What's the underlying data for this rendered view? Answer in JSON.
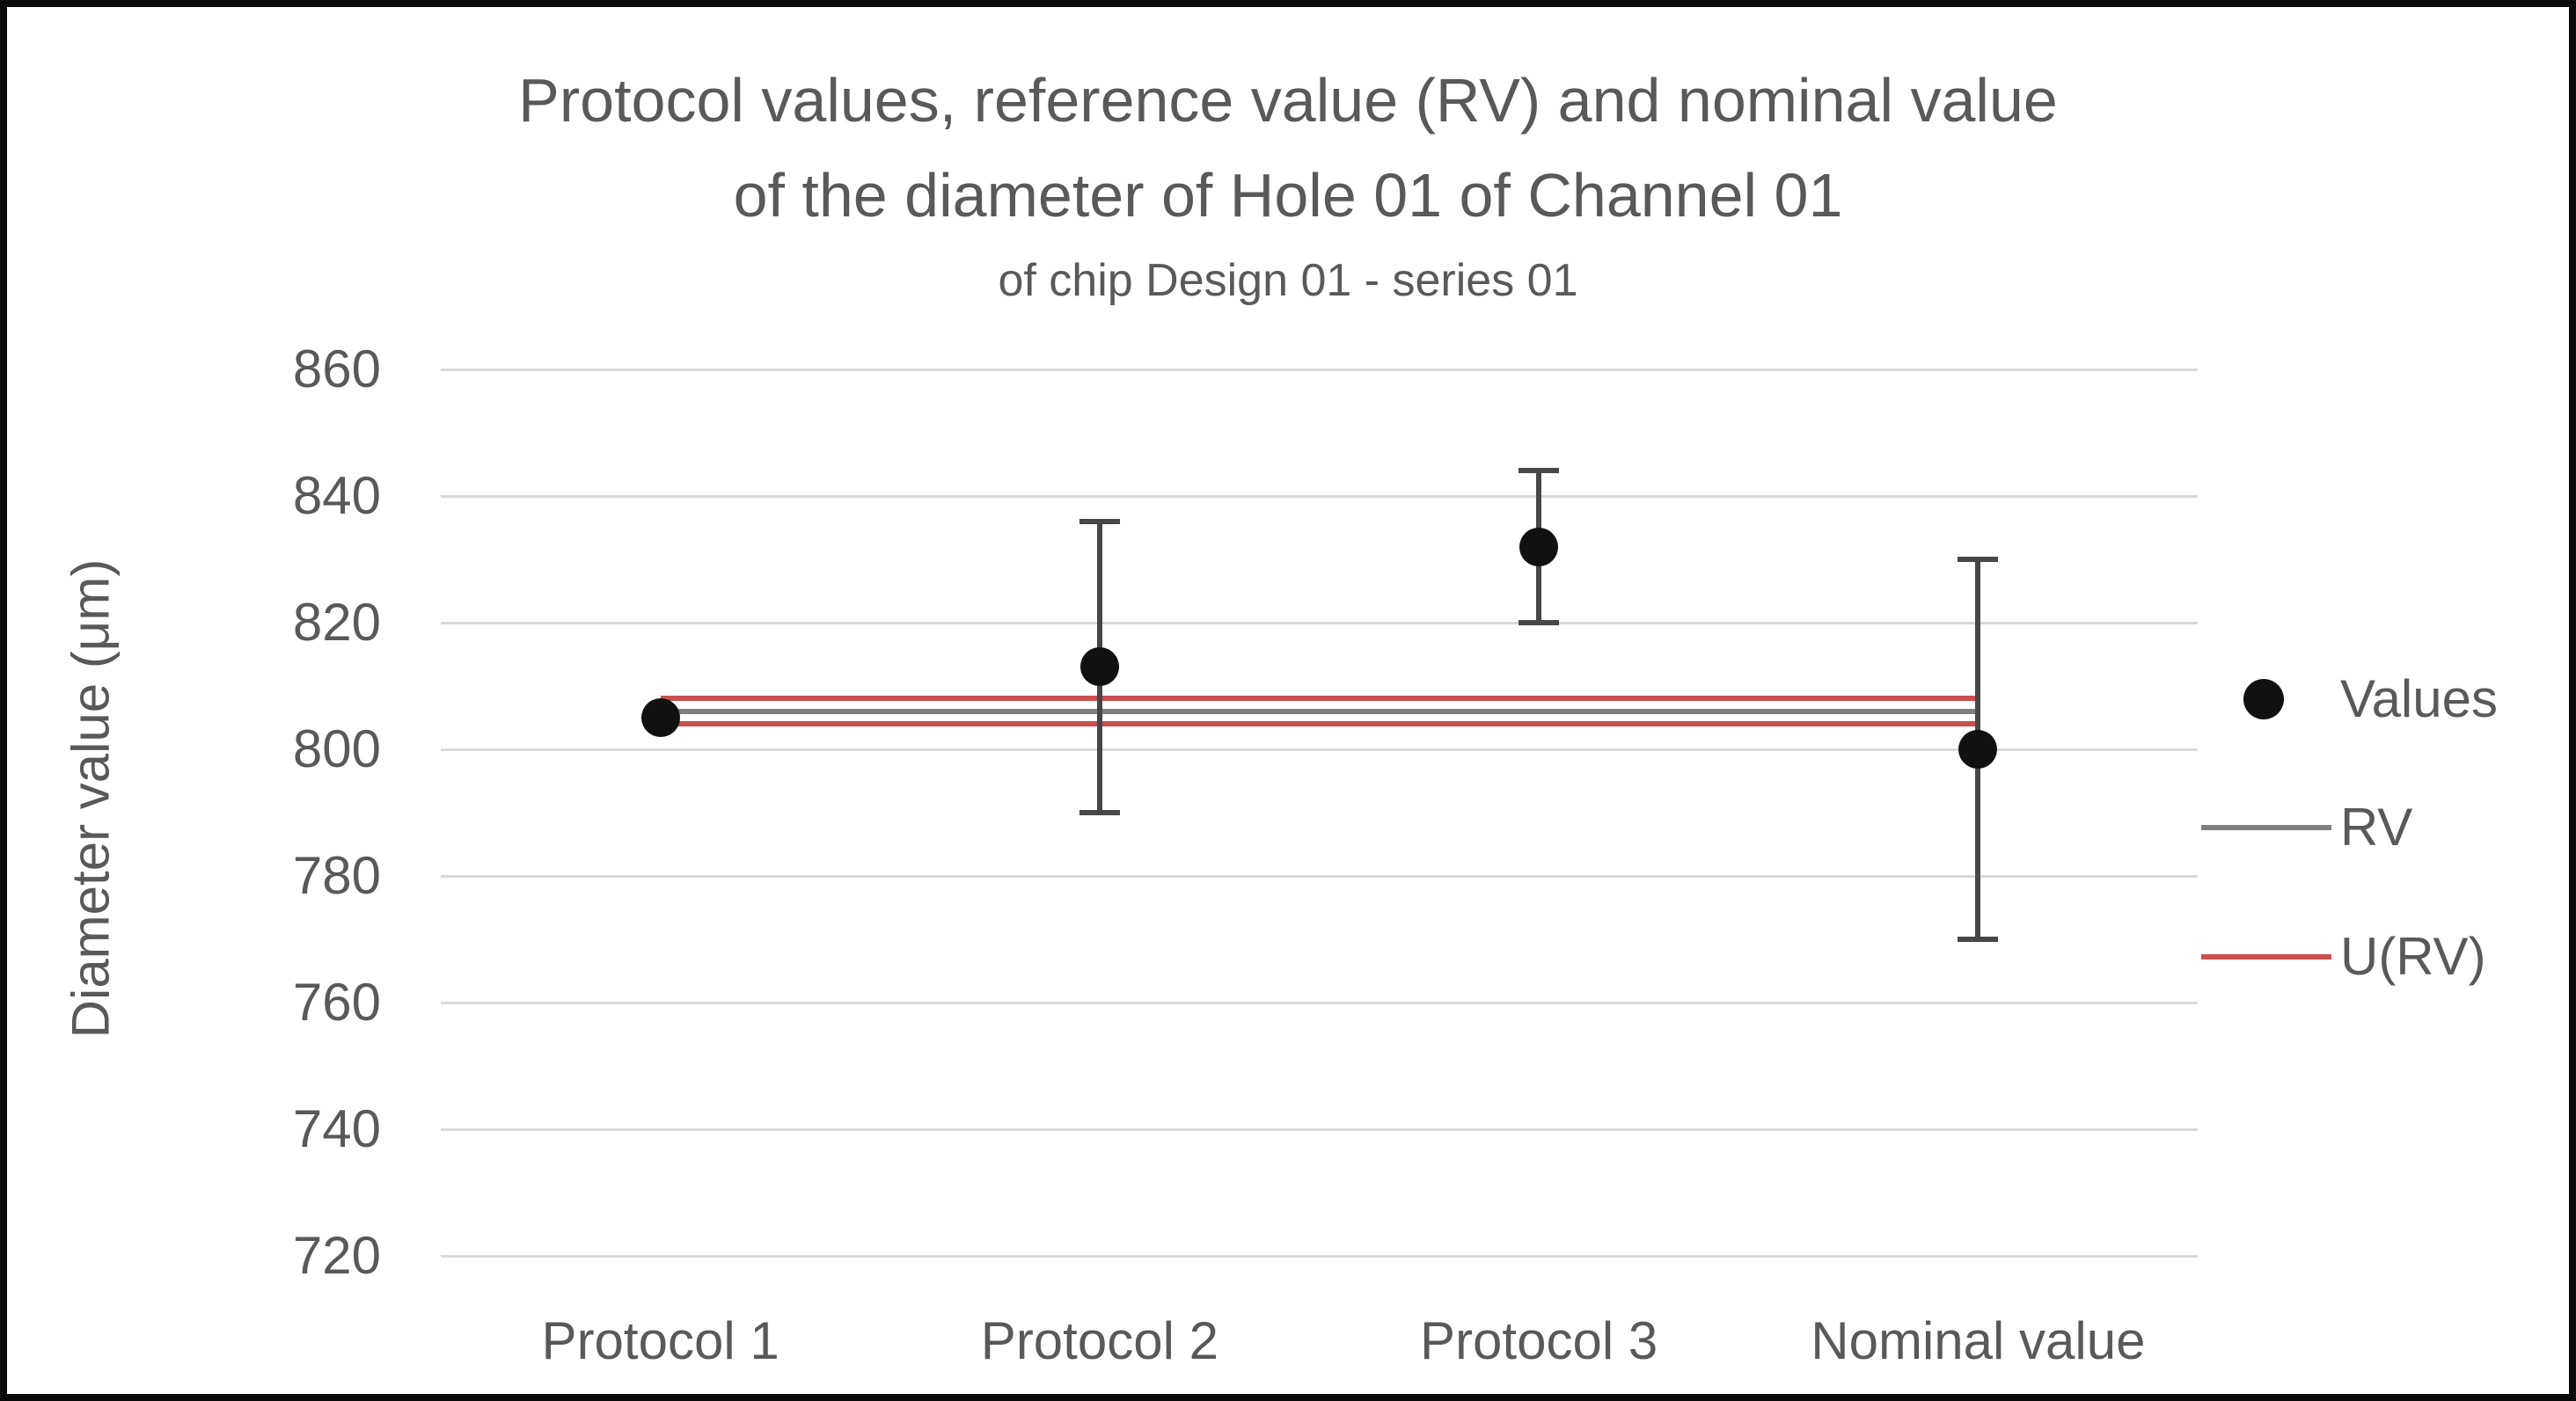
{
  "title": {
    "line1": "Protocol values, reference value (RV) and nominal value",
    "line2": "of the diameter of Hole 01 of Channel 01",
    "line3": "of chip Design 01 - series 01"
  },
  "y_axis": {
    "title": "Diameter value (μm)",
    "ticks": [
      860,
      840,
      820,
      800,
      780,
      760,
      740,
      720
    ],
    "min": 720,
    "max": 860,
    "step": 20
  },
  "x_axis": {
    "categories": [
      "Protocol 1",
      "Protocol 2",
      "Protocol 3",
      "Nominal value"
    ]
  },
  "legend": [
    {
      "label": "Values",
      "marker": "dot",
      "color_key": "values"
    },
    {
      "label": "RV",
      "marker": "line",
      "color_key": "rv"
    },
    {
      "label": "U(RV)",
      "marker": "line",
      "color_key": "u_rv"
    }
  ],
  "colors": {
    "values": "#111111",
    "rv": "#7f7f7f",
    "u_rv": "#c9504e",
    "error_bar": "#474747",
    "grid": "#d9d9d9",
    "text": "#595959"
  },
  "chart_data": {
    "type": "scatter",
    "categories": [
      "Protocol 1",
      "Protocol 2",
      "Protocol 3",
      "Nominal value"
    ],
    "series": [
      {
        "name": "Values",
        "style": "points",
        "values": [
          805,
          813,
          832,
          800
        ],
        "error_plus": [
          0,
          23,
          12,
          30
        ],
        "error_minus": [
          0,
          23,
          12,
          30
        ]
      },
      {
        "name": "RV",
        "style": "hline",
        "value": 806
      },
      {
        "name": "U(RV)",
        "style": "hline_pair",
        "values": [
          808,
          804
        ]
      }
    ],
    "title": "Protocol values, reference value (RV) and nominal value of the diameter of Hole 01 of Channel 01",
    "subtitle": "of chip Design 01 - series 01",
    "xlabel": "",
    "ylabel": "Diameter value (μm)",
    "ylim": [
      720,
      860
    ],
    "ytick_step": 20,
    "grid": true,
    "legend_position": "right"
  }
}
